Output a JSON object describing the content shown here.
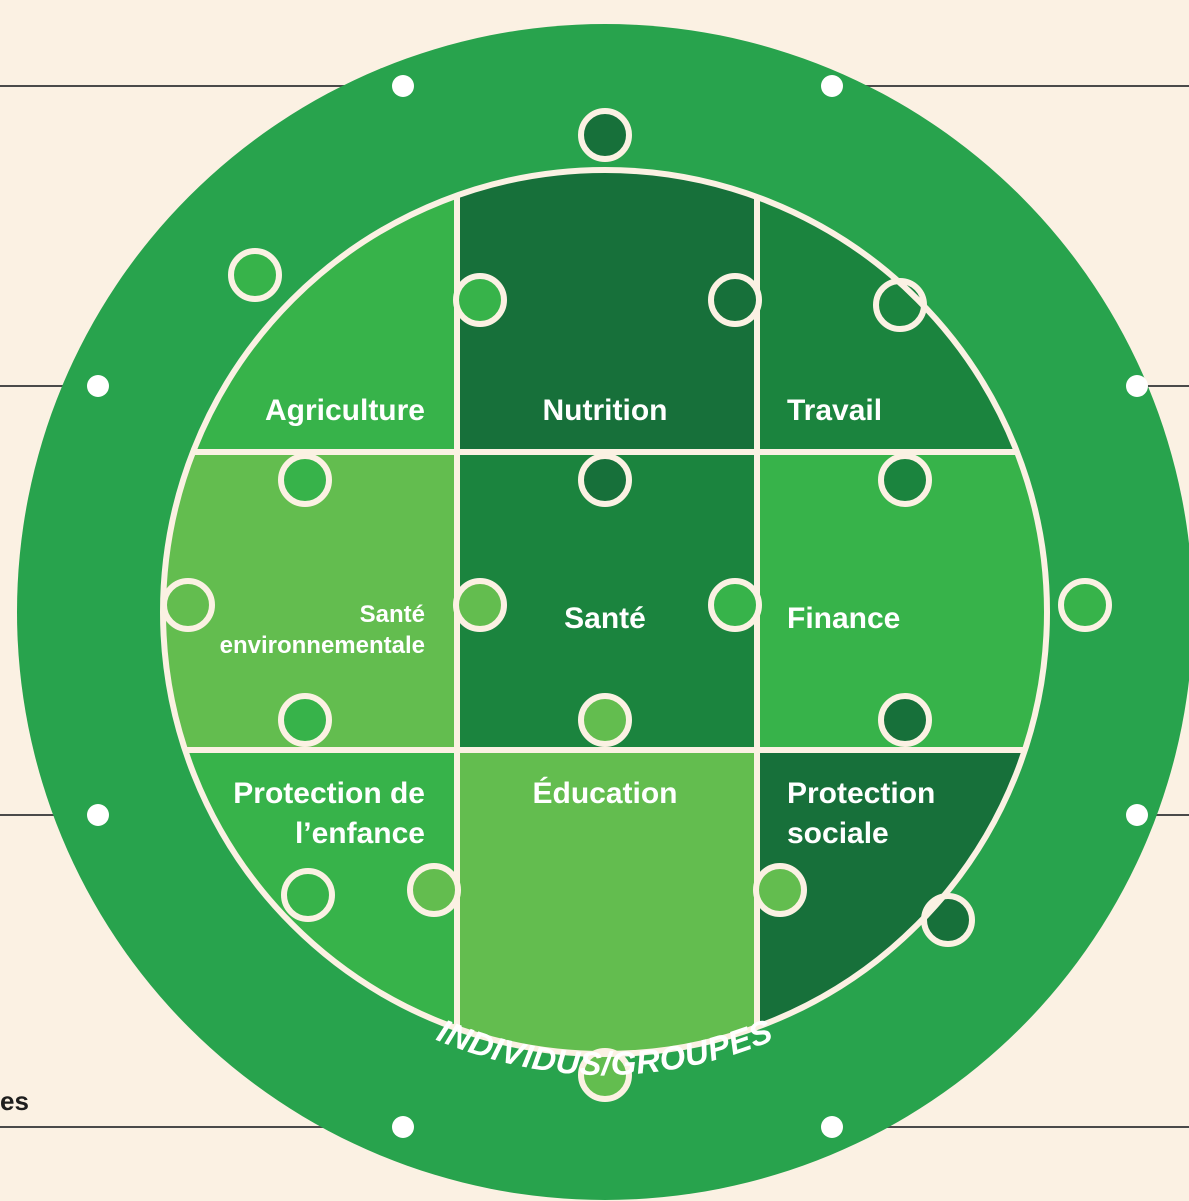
{
  "pieces": [
    {
      "key": "agriculture",
      "lines": [
        "Agriculture"
      ],
      "color": "#37b34a"
    },
    {
      "key": "nutrition",
      "lines": [
        "Nutrition"
      ],
      "color": "#17703a"
    },
    {
      "key": "travail",
      "lines": [
        "Travail"
      ],
      "color": "#1b843e"
    },
    {
      "key": "sante_env",
      "lines": [
        "Santé",
        "environnementale"
      ],
      "color": "#63bd4f"
    },
    {
      "key": "sante",
      "lines": [
        "Santé"
      ],
      "color": "#1b843e"
    },
    {
      "key": "finance",
      "lines": [
        "Finance"
      ],
      "color": "#37b34a"
    },
    {
      "key": "protection_enfance",
      "lines": [
        "Protection de",
        "l’enfance"
      ],
      "color": "#37b34a"
    },
    {
      "key": "education",
      "lines": [
        "Éducation"
      ],
      "color": "#63bd4f"
    },
    {
      "key": "protection_sociale",
      "lines": [
        "Protection",
        "sociale"
      ],
      "color": "#17703a"
    }
  ],
  "ring": {
    "label": "INDIVIDUS/GROUPES",
    "color": "#28a34d"
  },
  "side_fragment": "es",
  "colors": {
    "background": "#fbf1e3",
    "outline": "#fbf1e3",
    "leader_line": "#4a4a4a"
  }
}
